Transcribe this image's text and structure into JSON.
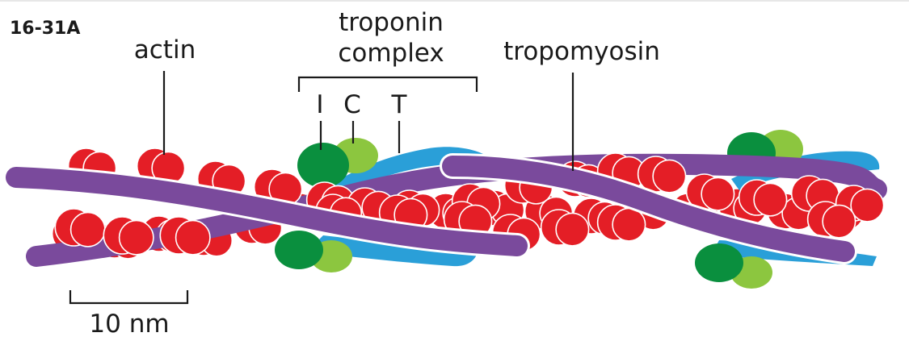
{
  "figure_label": "16-31A",
  "labels": {
    "actin": "actin",
    "troponin_line1": "troponin",
    "troponin_line2": "complex",
    "tropomyosin": "tropomyosin",
    "subunit_i": "I",
    "subunit_c": "C",
    "subunit_t": "T",
    "scale": "10 nm"
  },
  "colors": {
    "actin": "#e41e26",
    "tropomyosin": "#7a4a9c",
    "troponin_i": "#0a8f3e",
    "troponin_c": "#8cc63f",
    "troponin_t": "#2a9fd8"
  }
}
